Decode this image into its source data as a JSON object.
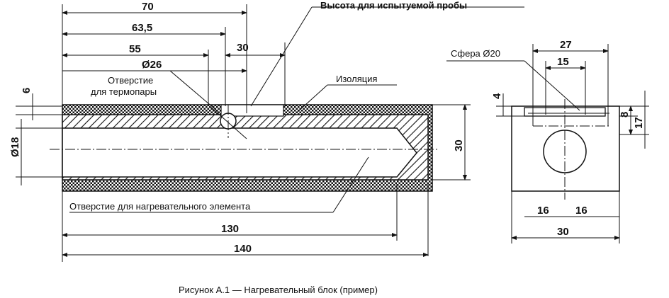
{
  "labels": {
    "sample_height": "Высота для испытуемой пробы",
    "sphere": "Сфера Ø20",
    "thermocouple_hole_1": "Отверстие",
    "thermocouple_hole_2": "для термопары",
    "insulation": "Изоляция",
    "heating_hole": "Отверстие для нагревательного элемента"
  },
  "dimensions": {
    "d70": "70",
    "d63_5": "63,5",
    "d55": "55",
    "d30_top": "30",
    "d_phi26": "Ø26",
    "d6": "6",
    "d_phi18": "Ø18",
    "d30_height": "30",
    "d130": "130",
    "d140": "140",
    "d27": "27",
    "d15": "15",
    "d4": "4",
    "d8": "8",
    "d17": "17",
    "d16_left": "16",
    "d16_right": "16",
    "d30_width": "30"
  },
  "caption": "Рисунок А.1 — Нагревательный блок (пример)"
}
